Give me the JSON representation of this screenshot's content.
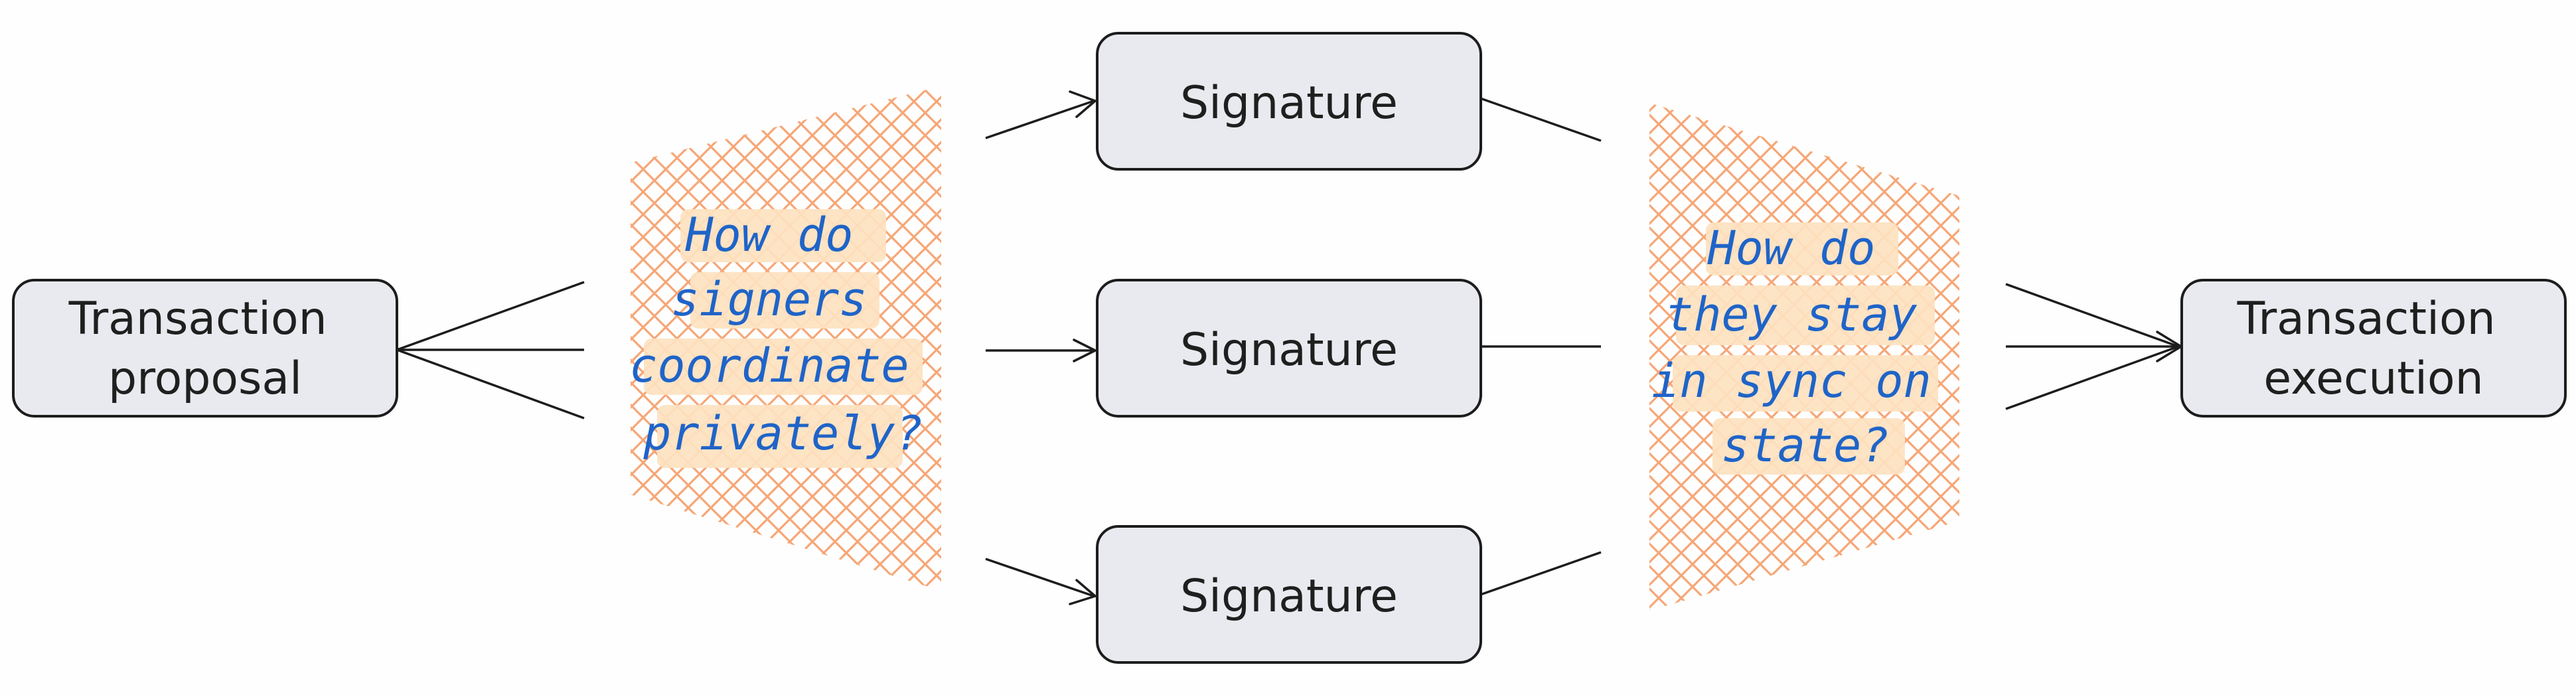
{
  "nodes": {
    "proposal": {
      "line1": "Transaction",
      "line2": "proposal"
    },
    "signature_top": {
      "label": "Signature"
    },
    "signature_mid": {
      "label": "Signature"
    },
    "signature_bottom": {
      "label": "Signature"
    },
    "execution": {
      "line1": "Transaction",
      "line2": "execution"
    }
  },
  "questions": {
    "coordination": {
      "lines": [
        "How do",
        "signers",
        "coordinate",
        "privately?"
      ]
    },
    "state_sync": {
      "lines": [
        "How do",
        "they stay",
        "in sync on",
        "state?"
      ]
    }
  },
  "colors": {
    "hatch": "#f6a676",
    "highlight": "#fde2c0",
    "question_text": "#1f64c8",
    "box_fill": "#e9eaef",
    "stroke": "#1d1d1d"
  }
}
